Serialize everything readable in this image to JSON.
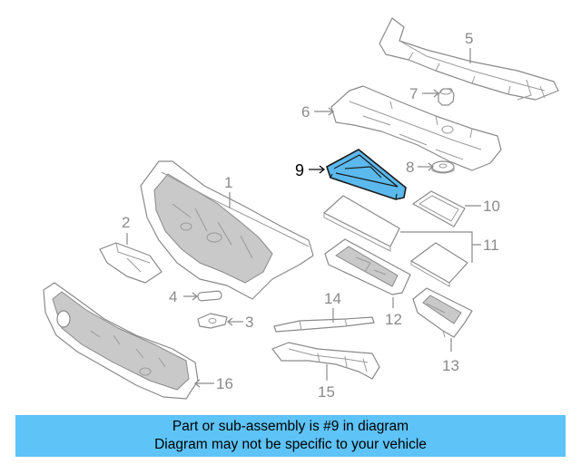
{
  "diagram": {
    "callouts": {
      "c1": "1",
      "c2": "2",
      "c3": "3",
      "c4": "4",
      "c5": "5",
      "c6": "6",
      "c7": "7",
      "c8": "8",
      "c9": "9",
      "c10": "10",
      "c11": "11",
      "c12": "12",
      "c13": "13",
      "c14": "14",
      "c15": "15",
      "c16": "16"
    },
    "highlighted_part": "9",
    "highlight_color": "#5bb9ee"
  },
  "banner": {
    "line1": "Part or sub-assembly is #9 in diagram",
    "line2": "Diagram may not be specific to your vehicle",
    "background": "#5ec3f7"
  }
}
